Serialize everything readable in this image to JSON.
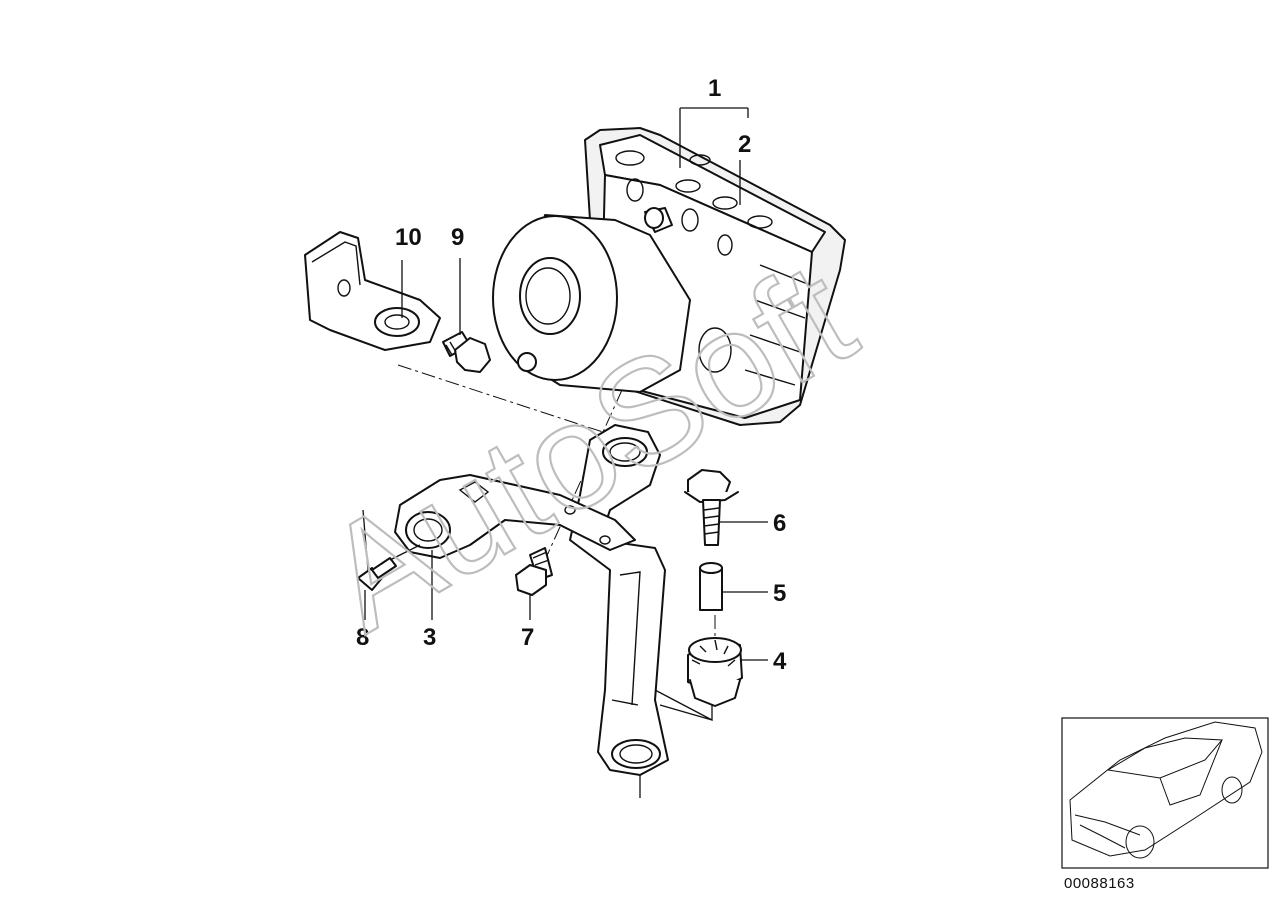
{
  "diagram": {
    "callouts": {
      "c1": "1",
      "c2": "2",
      "c3": "3",
      "c4": "4",
      "c5": "5",
      "c6": "6",
      "c7": "7",
      "c8": "8",
      "c9": "9",
      "c10": "10"
    },
    "watermark": "AutoSoft",
    "image_code": "00088163"
  }
}
